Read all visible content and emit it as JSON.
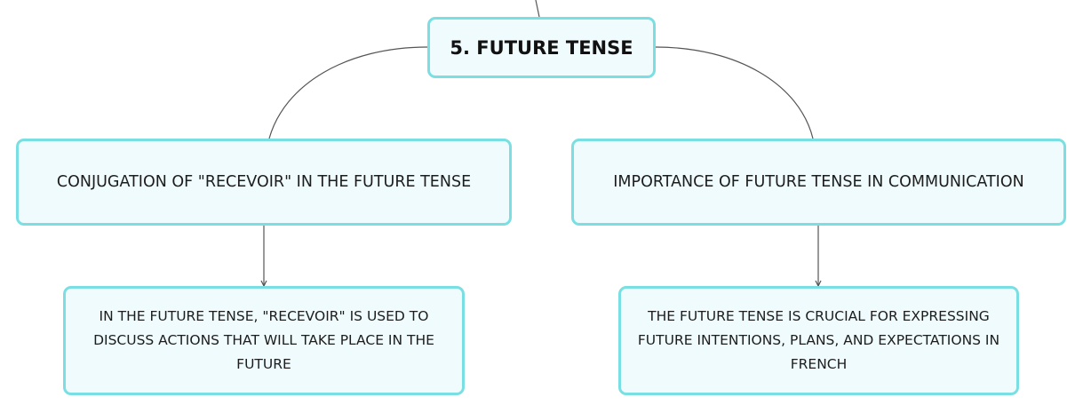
{
  "diagram": {
    "root": {
      "label": "5. FUTURE TENSE"
    },
    "branches": [
      {
        "label": "CONJUGATION OF \"RECEVOIR\" IN THE FUTURE TENSE",
        "child": {
          "label": "IN THE FUTURE TENSE, \"RECEVOIR\" IS USED TO DISCUSS ACTIONS THAT WILL TAKE PLACE IN THE FUTURE"
        }
      },
      {
        "label": "IMPORTANCE OF FUTURE TENSE IN COMMUNICATION",
        "child": {
          "label": "THE FUTURE TENSE IS CRUCIAL FOR EXPRESSING FUTURE INTENTIONS, PLANS, AND EXPECTATIONS IN FRENCH"
        }
      }
    ]
  },
  "colors": {
    "node_border": "#7adfe2",
    "node_fill": "#effbfc",
    "connector": "#555555",
    "text": "#1d1d1d"
  }
}
